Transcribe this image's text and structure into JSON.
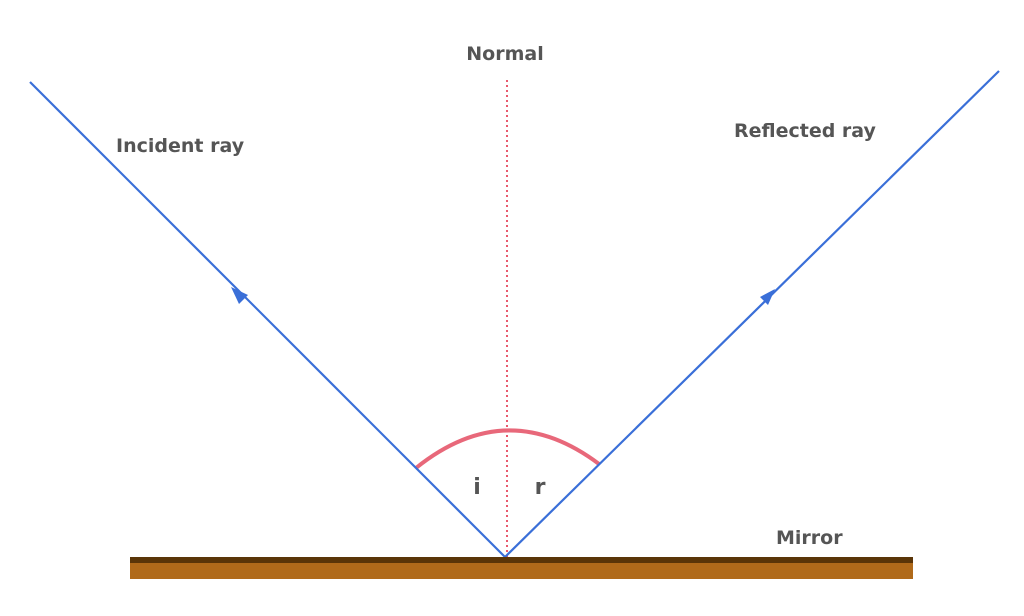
{
  "labels": {
    "normal": "Normal",
    "incident_ray": "Incident ray",
    "reflected_ray": "Reflected ray",
    "mirror": "Mirror",
    "angle_incidence": "i",
    "angle_reflection": "r"
  },
  "colors": {
    "ray": "#3a6fd8",
    "normal": "#e85a6e",
    "angle_arc": "#e8687a",
    "mirror_top": "#5a3508",
    "mirror_body": "#b06a1a",
    "text": "#555555"
  }
}
